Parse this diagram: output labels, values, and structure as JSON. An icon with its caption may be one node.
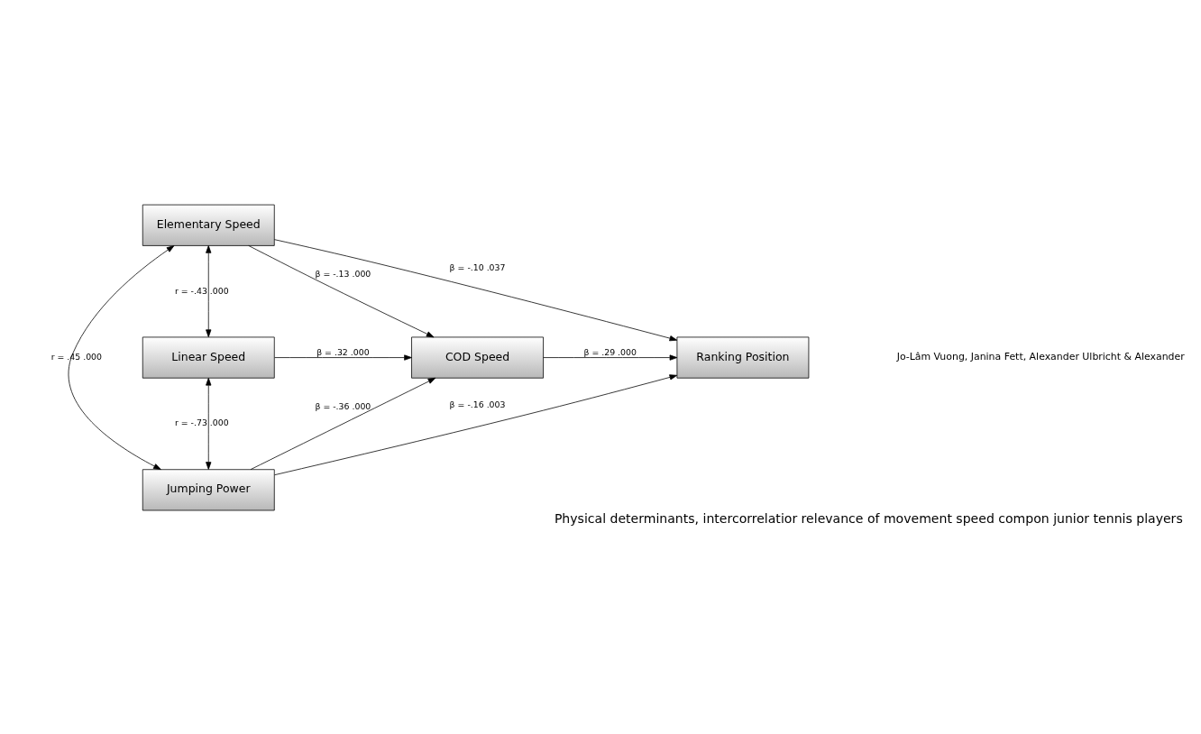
{
  "diagram": {
    "caption": "Physical determinants, intercorrelatior relevance of movement speed compon junior tennis players",
    "nodes": [
      {
        "text": [
          "Elementary Speed"
        ]
      },
      {
        "text": [
          "Linear Speed"
        ]
      },
      {
        "text": [
          "Jumping Power"
        ]
      },
      {
        "text": [
          "COD Speed"
        ]
      },
      {
        "text": [
          "Ranking Position"
        ]
      }
    ],
    "edges": [
      {
        "from": 0,
        "to": 1,
        "arrow": "both",
        "label": "r = -.43 .000"
      },
      {
        "from": 0,
        "to": 2,
        "arrow": "both",
        "label": "r = .45 .000"
      },
      {
        "from": 1,
        "to": 2,
        "arrow": "both",
        "label": "r = -.73 .000"
      },
      {
        "from": 0,
        "to": 3,
        "arrow": "to",
        "label": "β = -.13 .000"
      },
      {
        "from": 0,
        "to": 4,
        "arrow": "to",
        "label": "β = -.10 .037"
      },
      {
        "from": 1,
        "to": 3,
        "arrow": "to",
        "label": "β = .32 .000"
      },
      {
        "from": 3,
        "to": 4,
        "arrow": "to",
        "label": "β = .29 .000"
      },
      {
        "from": 2,
        "to": 3,
        "arrow": "to",
        "label": "β = -.36 .000"
      },
      {
        "from": 2,
        "to": 4,
        "arrow": "to",
        "label": "β = -.16 .003"
      }
    ],
    "labels": [
      "Jo-Lâm Vuong, Janina Fett, Alexander Ulbricht & Alexander"
    ]
  }
}
